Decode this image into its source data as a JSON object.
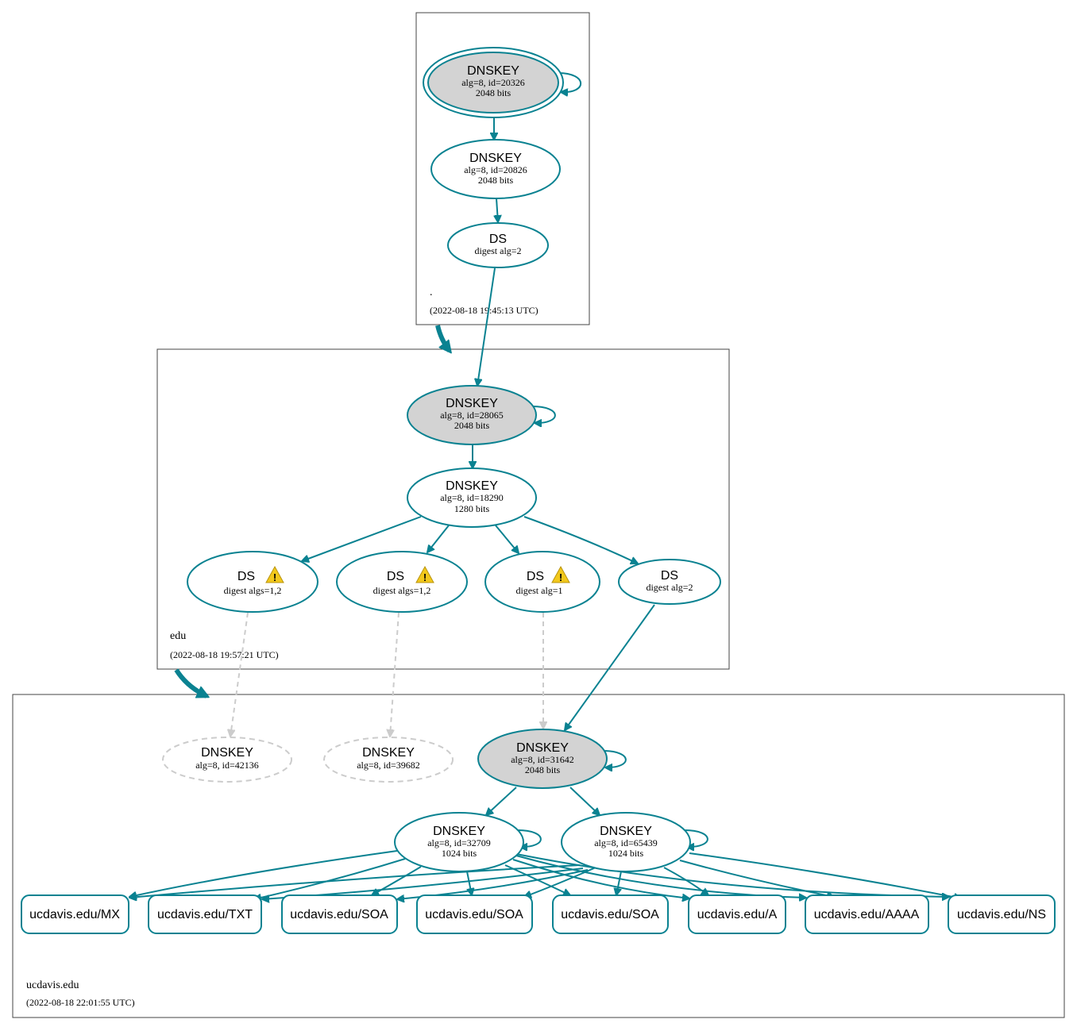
{
  "colors": {
    "accent": "#0a8291",
    "ksk_fill": "#d3d3d3",
    "dead": "#cccccc",
    "warning": "#f2c81c"
  },
  "zones": {
    "root": {
      "name": ".",
      "timestamp": "(2022-08-18 19:45:13 UTC)"
    },
    "edu": {
      "name": "edu",
      "timestamp": "(2022-08-18 19:57:21 UTC)"
    },
    "ucdavis": {
      "name": "ucdavis.edu",
      "timestamp": "(2022-08-18 22:01:55 UTC)"
    }
  },
  "nodes": {
    "root_ksk": {
      "title": "DNSKEY",
      "line1": "alg=8, id=20326",
      "line2": "2048 bits"
    },
    "root_zsk": {
      "title": "DNSKEY",
      "line1": "alg=8, id=20826",
      "line2": "2048 bits"
    },
    "root_ds": {
      "title": "DS",
      "line1": "digest alg=2"
    },
    "edu_ksk": {
      "title": "DNSKEY",
      "line1": "alg=8, id=28065",
      "line2": "2048 bits"
    },
    "edu_zsk": {
      "title": "DNSKEY",
      "line1": "alg=8, id=18290",
      "line2": "1280 bits"
    },
    "edu_ds1": {
      "title": "DS",
      "line1": "digest algs=1,2"
    },
    "edu_ds2": {
      "title": "DS",
      "line1": "digest algs=1,2"
    },
    "edu_ds3": {
      "title": "DS",
      "line1": "digest alg=1"
    },
    "edu_ds4": {
      "title": "DS",
      "line1": "digest alg=2"
    },
    "uc_dead1": {
      "title": "DNSKEY",
      "line1": "alg=8, id=42136"
    },
    "uc_dead2": {
      "title": "DNSKEY",
      "line1": "alg=8, id=39682"
    },
    "uc_ksk": {
      "title": "DNSKEY",
      "line1": "alg=8, id=31642",
      "line2": "2048 bits"
    },
    "uc_zsk1": {
      "title": "DNSKEY",
      "line1": "alg=8, id=32709",
      "line2": "1024 bits"
    },
    "uc_zsk2": {
      "title": "DNSKEY",
      "line1": "alg=8, id=65439",
      "line2": "1024 bits"
    }
  },
  "records": [
    "ucdavis.edu/MX",
    "ucdavis.edu/TXT",
    "ucdavis.edu/SOA",
    "ucdavis.edu/SOA",
    "ucdavis.edu/SOA",
    "ucdavis.edu/A",
    "ucdavis.edu/AAAA",
    "ucdavis.edu/NS"
  ],
  "icons": {
    "warning": "warning-icon"
  }
}
